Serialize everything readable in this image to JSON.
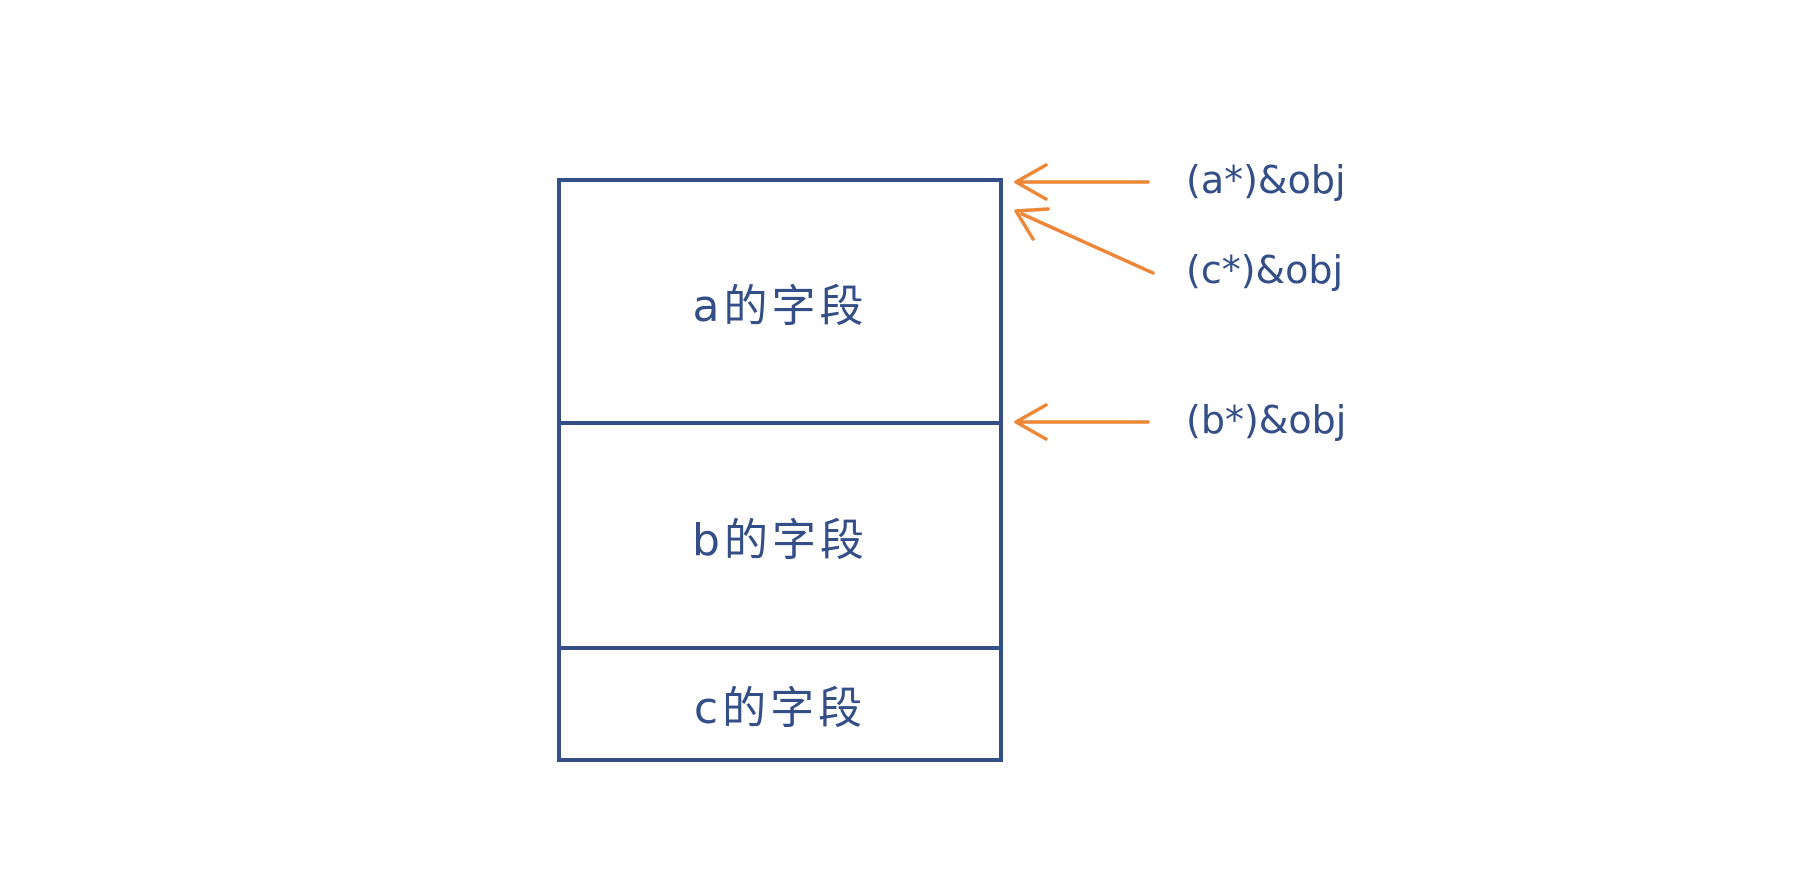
{
  "colors": {
    "ink": "#344e88",
    "arrow": "#ee8637",
    "background": "#ffffff"
  },
  "memory_layout": {
    "rows": [
      {
        "id": "a",
        "label": "a的字段"
      },
      {
        "id": "b",
        "label": "b的字段"
      },
      {
        "id": "c",
        "label": "c的字段"
      }
    ],
    "pointers": [
      {
        "id": "a",
        "label": "(a*)&obj"
      },
      {
        "id": "c",
        "label": "(c*)&obj"
      },
      {
        "id": "b",
        "label": "(b*)&obj"
      }
    ]
  }
}
